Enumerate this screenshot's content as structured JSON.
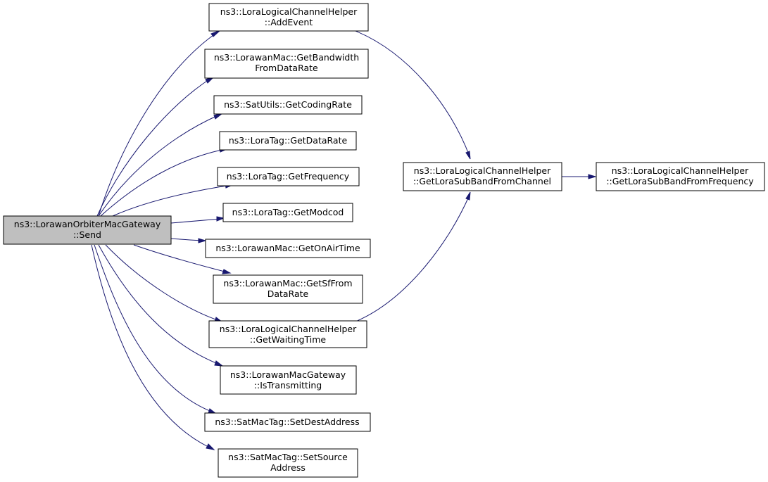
{
  "diagram": {
    "colors": {
      "edge": "#191970",
      "root_fill": "#bfbfbf",
      "node_fill": "#ffffff",
      "border": "#000000"
    },
    "nodes": [
      {
        "id": "send",
        "lines": [
          "ns3::LorawanOrbiterMacGateway",
          "::Send"
        ],
        "root": true
      },
      {
        "id": "addevent",
        "lines": [
          "ns3::LoraLogicalChannelHelper",
          "::AddEvent"
        ]
      },
      {
        "id": "getbandwidth",
        "lines": [
          "ns3::LorawanMac::GetBandwidth",
          "FromDataRate"
        ]
      },
      {
        "id": "getcodingrate",
        "lines": [
          "ns3::SatUtils::GetCodingRate"
        ]
      },
      {
        "id": "getdatarate",
        "lines": [
          "ns3::LoraTag::GetDataRate"
        ]
      },
      {
        "id": "getfrequency",
        "lines": [
          "ns3::LoraTag::GetFrequency"
        ]
      },
      {
        "id": "getmodcod",
        "lines": [
          "ns3::LoraTag::GetModcod"
        ]
      },
      {
        "id": "getonairtime",
        "lines": [
          "ns3::LorawanMac::GetOnAirTime"
        ]
      },
      {
        "id": "getsffromdatarate",
        "lines": [
          "ns3::LorawanMac::GetSfFrom",
          "DataRate"
        ]
      },
      {
        "id": "getwaitingtime",
        "lines": [
          "ns3::LoraLogicalChannelHelper",
          "::GetWaitingTime"
        ]
      },
      {
        "id": "istransmitting",
        "lines": [
          "ns3::LorawanMacGateway",
          "::IsTransmitting"
        ]
      },
      {
        "id": "setdestaddress",
        "lines": [
          "ns3::SatMacTag::SetDestAddress"
        ]
      },
      {
        "id": "setsourceaddress",
        "lines": [
          "ns3::SatMacTag::SetSource",
          "Address"
        ]
      },
      {
        "id": "getlorasubbandfromchannel",
        "lines": [
          "ns3::LoraLogicalChannelHelper",
          "::GetLoraSubBandFromChannel"
        ]
      },
      {
        "id": "getlorasubbandfromfrequency",
        "lines": [
          "ns3::LoraLogicalChannelHelper",
          "::GetLoraSubBandFromFrequency"
        ]
      }
    ],
    "edges": [
      {
        "from": "send",
        "to": "addevent"
      },
      {
        "from": "send",
        "to": "getbandwidth"
      },
      {
        "from": "send",
        "to": "getcodingrate"
      },
      {
        "from": "send",
        "to": "getdatarate"
      },
      {
        "from": "send",
        "to": "getfrequency"
      },
      {
        "from": "send",
        "to": "getmodcod"
      },
      {
        "from": "send",
        "to": "getonairtime"
      },
      {
        "from": "send",
        "to": "getsffromdatarate"
      },
      {
        "from": "send",
        "to": "getwaitingtime"
      },
      {
        "from": "send",
        "to": "istransmitting"
      },
      {
        "from": "send",
        "to": "setdestaddress"
      },
      {
        "from": "send",
        "to": "setsourceaddress"
      },
      {
        "from": "addevent",
        "to": "getlorasubbandfromchannel"
      },
      {
        "from": "getwaitingtime",
        "to": "getlorasubbandfromchannel"
      },
      {
        "from": "getlorasubbandfromchannel",
        "to": "getlorasubbandfromfrequency"
      }
    ]
  }
}
